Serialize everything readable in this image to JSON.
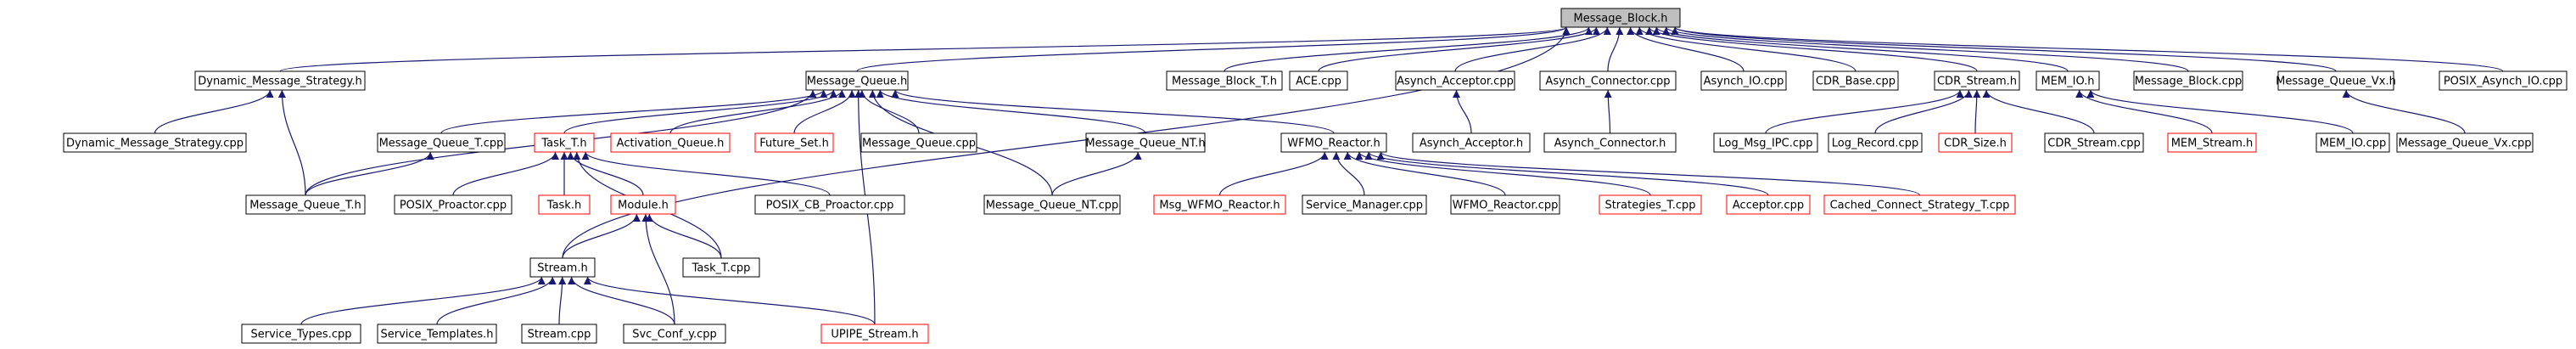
{
  "diagram": {
    "nodes": [
      {
        "id": "n0",
        "label": "Message_Block.h",
        "style": "root"
      },
      {
        "id": "n1",
        "label": "Dynamic_Message_Strategy.h",
        "style": "normal"
      },
      {
        "id": "n2",
        "label": "Message_Queue.h",
        "style": "normal"
      },
      {
        "id": "n3",
        "label": "Message_Block_T.h",
        "style": "normal"
      },
      {
        "id": "n4",
        "label": "ACE.cpp",
        "style": "normal"
      },
      {
        "id": "n5",
        "label": "Asynch_Acceptor.cpp",
        "style": "normal"
      },
      {
        "id": "n6",
        "label": "Asynch_Connector.cpp",
        "style": "normal"
      },
      {
        "id": "n7",
        "label": "Asynch_IO.cpp",
        "style": "normal"
      },
      {
        "id": "n8",
        "label": "CDR_Base.cpp",
        "style": "normal"
      },
      {
        "id": "n9",
        "label": "CDR_Stream.h",
        "style": "normal"
      },
      {
        "id": "n10",
        "label": "MEM_IO.h",
        "style": "normal"
      },
      {
        "id": "n11",
        "label": "Message_Block.cpp",
        "style": "normal"
      },
      {
        "id": "n12",
        "label": "Message_Queue_Vx.h",
        "style": "normal"
      },
      {
        "id": "n13",
        "label": "POSIX_Asynch_IO.cpp",
        "style": "normal"
      },
      {
        "id": "n14",
        "label": "Dynamic_Message_Strategy.cpp",
        "style": "normal"
      },
      {
        "id": "n15",
        "label": "Message_Queue_T.cpp",
        "style": "normal"
      },
      {
        "id": "n16",
        "label": "Task_T.h",
        "style": "red"
      },
      {
        "id": "n17",
        "label": "Activation_Queue.h",
        "style": "red"
      },
      {
        "id": "n18",
        "label": "Future_Set.h",
        "style": "red"
      },
      {
        "id": "n19",
        "label": "Message_Queue.cpp",
        "style": "normal"
      },
      {
        "id": "n20",
        "label": "Message_Queue_NT.h",
        "style": "normal"
      },
      {
        "id": "n21",
        "label": "WFMO_Reactor.h",
        "style": "normal"
      },
      {
        "id": "n22",
        "label": "Asynch_Acceptor.h",
        "style": "normal"
      },
      {
        "id": "n23",
        "label": "Asynch_Connector.h",
        "style": "normal"
      },
      {
        "id": "n24",
        "label": "Log_Msg_IPC.cpp",
        "style": "normal"
      },
      {
        "id": "n25",
        "label": "Log_Record.cpp",
        "style": "normal"
      },
      {
        "id": "n26",
        "label": "CDR_Size.h",
        "style": "red"
      },
      {
        "id": "n27",
        "label": "CDR_Stream.cpp",
        "style": "normal"
      },
      {
        "id": "n28",
        "label": "MEM_Stream.h",
        "style": "red"
      },
      {
        "id": "n29",
        "label": "MEM_IO.cpp",
        "style": "normal"
      },
      {
        "id": "n30",
        "label": "Message_Queue_Vx.cpp",
        "style": "normal"
      },
      {
        "id": "n31",
        "label": "Message_Queue_T.h",
        "style": "normal"
      },
      {
        "id": "n32",
        "label": "POSIX_Proactor.cpp",
        "style": "normal"
      },
      {
        "id": "n33",
        "label": "Task.h",
        "style": "red"
      },
      {
        "id": "n34",
        "label": "Module.h",
        "style": "red"
      },
      {
        "id": "n35",
        "label": "POSIX_CB_Proactor.cpp",
        "style": "normal"
      },
      {
        "id": "n36",
        "label": "Message_Queue_NT.cpp",
        "style": "normal"
      },
      {
        "id": "n37",
        "label": "Msg_WFMO_Reactor.h",
        "style": "red"
      },
      {
        "id": "n38",
        "label": "Service_Manager.cpp",
        "style": "normal"
      },
      {
        "id": "n39",
        "label": "WFMO_Reactor.cpp",
        "style": "normal"
      },
      {
        "id": "n40",
        "label": "Strategies_T.cpp",
        "style": "red"
      },
      {
        "id": "n41",
        "label": "Acceptor.cpp",
        "style": "red"
      },
      {
        "id": "n42",
        "label": "Cached_Connect_Strategy_T.cpp",
        "style": "red"
      },
      {
        "id": "n43",
        "label": "Task_T.cpp",
        "style": "normal"
      },
      {
        "id": "n44",
        "label": "Stream.h",
        "style": "normal"
      },
      {
        "id": "n45",
        "label": "Service_Types.cpp",
        "style": "normal"
      },
      {
        "id": "n46",
        "label": "Service_Templates.h",
        "style": "normal"
      },
      {
        "id": "n47",
        "label": "Stream.cpp",
        "style": "normal"
      },
      {
        "id": "n48",
        "label": "Svc_Conf_y.cpp",
        "style": "normal"
      },
      {
        "id": "n49",
        "label": "UPIPE_Stream.h",
        "style": "red"
      }
    ],
    "edges": [
      {
        "from": "n1",
        "to": "n0"
      },
      {
        "from": "n2",
        "to": "n0"
      },
      {
        "from": "n3",
        "to": "n0"
      },
      {
        "from": "n4",
        "to": "n0"
      },
      {
        "from": "n5",
        "to": "n0"
      },
      {
        "from": "n6",
        "to": "n0"
      },
      {
        "from": "n7",
        "to": "n0"
      },
      {
        "from": "n8",
        "to": "n0"
      },
      {
        "from": "n9",
        "to": "n0"
      },
      {
        "from": "n10",
        "to": "n0"
      },
      {
        "from": "n11",
        "to": "n0"
      },
      {
        "from": "n12",
        "to": "n0"
      },
      {
        "from": "n13",
        "to": "n0"
      },
      {
        "from": "n44",
        "to": "n0"
      },
      {
        "from": "n14",
        "to": "n1"
      },
      {
        "from": "n31",
        "to": "n1"
      },
      {
        "from": "n15",
        "to": "n2"
      },
      {
        "from": "n16",
        "to": "n2"
      },
      {
        "from": "n17",
        "to": "n2"
      },
      {
        "from": "n18",
        "to": "n2"
      },
      {
        "from": "n19",
        "to": "n2"
      },
      {
        "from": "n20",
        "to": "n2"
      },
      {
        "from": "n21",
        "to": "n2"
      },
      {
        "from": "n31",
        "to": "n2"
      },
      {
        "from": "n36",
        "to": "n2"
      },
      {
        "from": "n49",
        "to": "n2"
      },
      {
        "from": "n22",
        "to": "n5"
      },
      {
        "from": "n23",
        "to": "n6"
      },
      {
        "from": "n24",
        "to": "n9"
      },
      {
        "from": "n25",
        "to": "n9"
      },
      {
        "from": "n26",
        "to": "n9"
      },
      {
        "from": "n27",
        "to": "n9"
      },
      {
        "from": "n28",
        "to": "n10"
      },
      {
        "from": "n29",
        "to": "n10"
      },
      {
        "from": "n30",
        "to": "n12"
      },
      {
        "from": "n31",
        "to": "n15"
      },
      {
        "from": "n32",
        "to": "n16"
      },
      {
        "from": "n33",
        "to": "n16"
      },
      {
        "from": "n34",
        "to": "n16"
      },
      {
        "from": "n35",
        "to": "n16"
      },
      {
        "from": "n43",
        "to": "n16"
      },
      {
        "from": "n36",
        "to": "n20"
      },
      {
        "from": "n37",
        "to": "n21"
      },
      {
        "from": "n38",
        "to": "n21"
      },
      {
        "from": "n39",
        "to": "n21"
      },
      {
        "from": "n40",
        "to": "n21"
      },
      {
        "from": "n41",
        "to": "n21"
      },
      {
        "from": "n42",
        "to": "n21"
      },
      {
        "from": "n44",
        "to": "n34"
      },
      {
        "from": "n48",
        "to": "n34"
      },
      {
        "from": "n43",
        "to": "n34"
      },
      {
        "from": "n45",
        "to": "n44"
      },
      {
        "from": "n46",
        "to": "n44"
      },
      {
        "from": "n47",
        "to": "n44"
      },
      {
        "from": "n48",
        "to": "n44"
      },
      {
        "from": "n49",
        "to": "n44"
      }
    ]
  },
  "colors": {
    "edge": "#191970",
    "normal_border": "#000000",
    "red_border": "#ff0000",
    "root_fill": "#bfbfbf",
    "text": "#000000"
  }
}
